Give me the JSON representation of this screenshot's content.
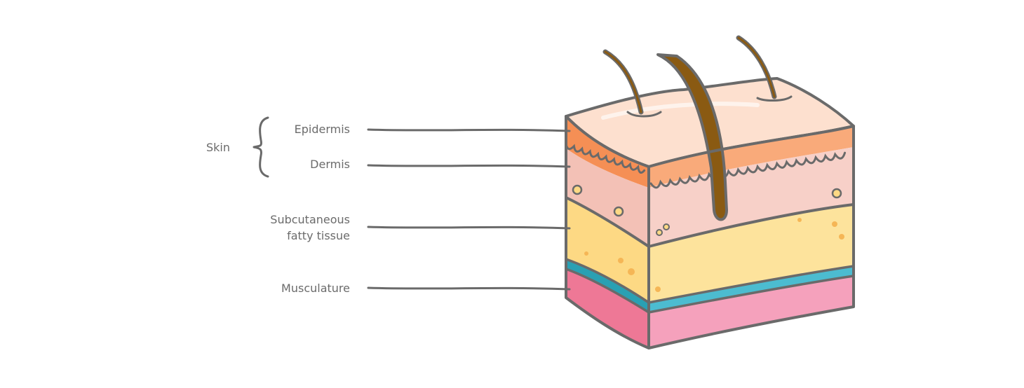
{
  "labels": {
    "group": "Skin",
    "epidermis": "Epidermis",
    "dermis": "Dermis",
    "subcutaneous_line1": "Subcutaneous",
    "subcutaneous_line2": "fatty tissue",
    "musculature": "Musculature"
  },
  "colors": {
    "outline": "#6a6a6a",
    "epidermis_front": "#f58f55",
    "epidermis_top": "#fde0cf",
    "dermis": "#f3c1b6",
    "fat": "#fdd984",
    "fascia": "#2aa0b3",
    "muscle": "#ee7896",
    "hair": "#8a5a12"
  }
}
